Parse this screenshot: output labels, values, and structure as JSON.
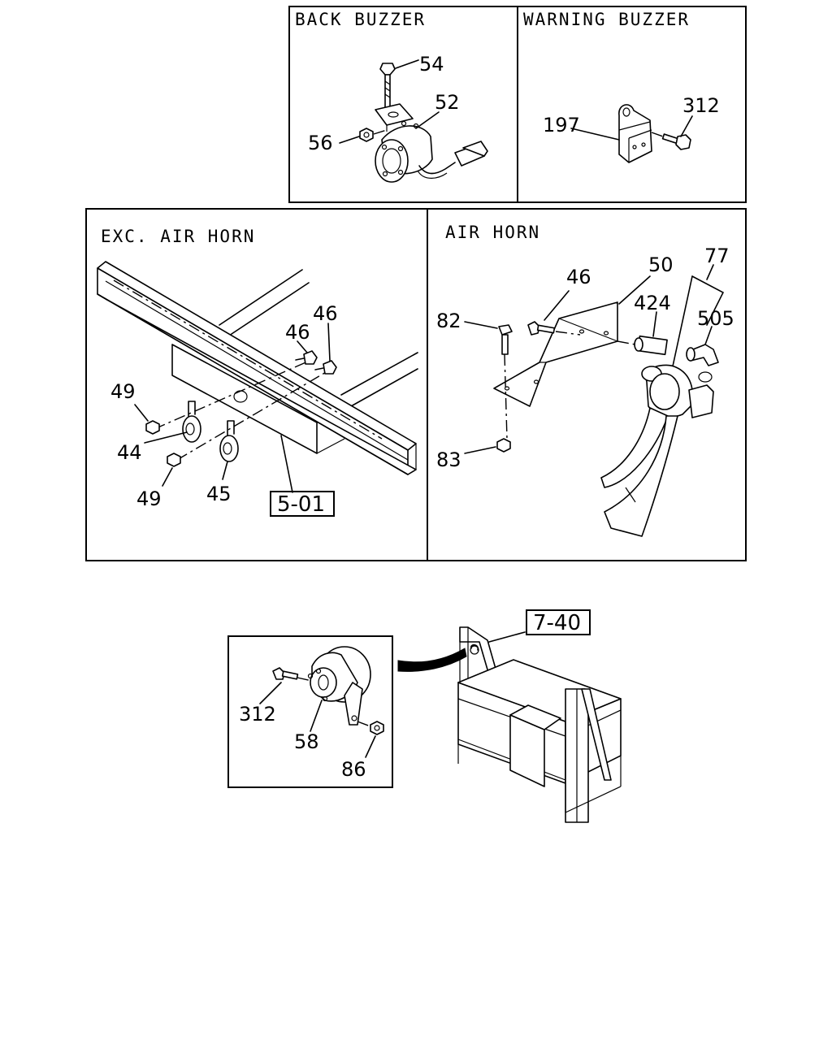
{
  "panels": {
    "back_buzzer": {
      "title": "BACK BUZZER",
      "callouts": {
        "c54": "54",
        "c52": "52",
        "c56": "56"
      }
    },
    "warning_buzzer": {
      "title": "WARNING BUZZER",
      "callouts": {
        "c197": "197",
        "c312": "312"
      }
    },
    "exc_air_horn": {
      "title": "EXC. AIR HORN",
      "callouts": {
        "c46a": "46",
        "c46b": "46",
        "c49a": "49",
        "c44": "44",
        "c49b": "49",
        "c45": "45"
      },
      "ref": "5-01"
    },
    "air_horn": {
      "title": "AIR HORN",
      "callouts": {
        "c46": "46",
        "c50": "50",
        "c77": "77",
        "c424": "424",
        "c82": "82",
        "c505": "505",
        "c83": "83"
      }
    },
    "horn_detail": {
      "callouts": {
        "c312": "312",
        "c58": "58",
        "c86": "86"
      },
      "ref": "7-40"
    }
  }
}
